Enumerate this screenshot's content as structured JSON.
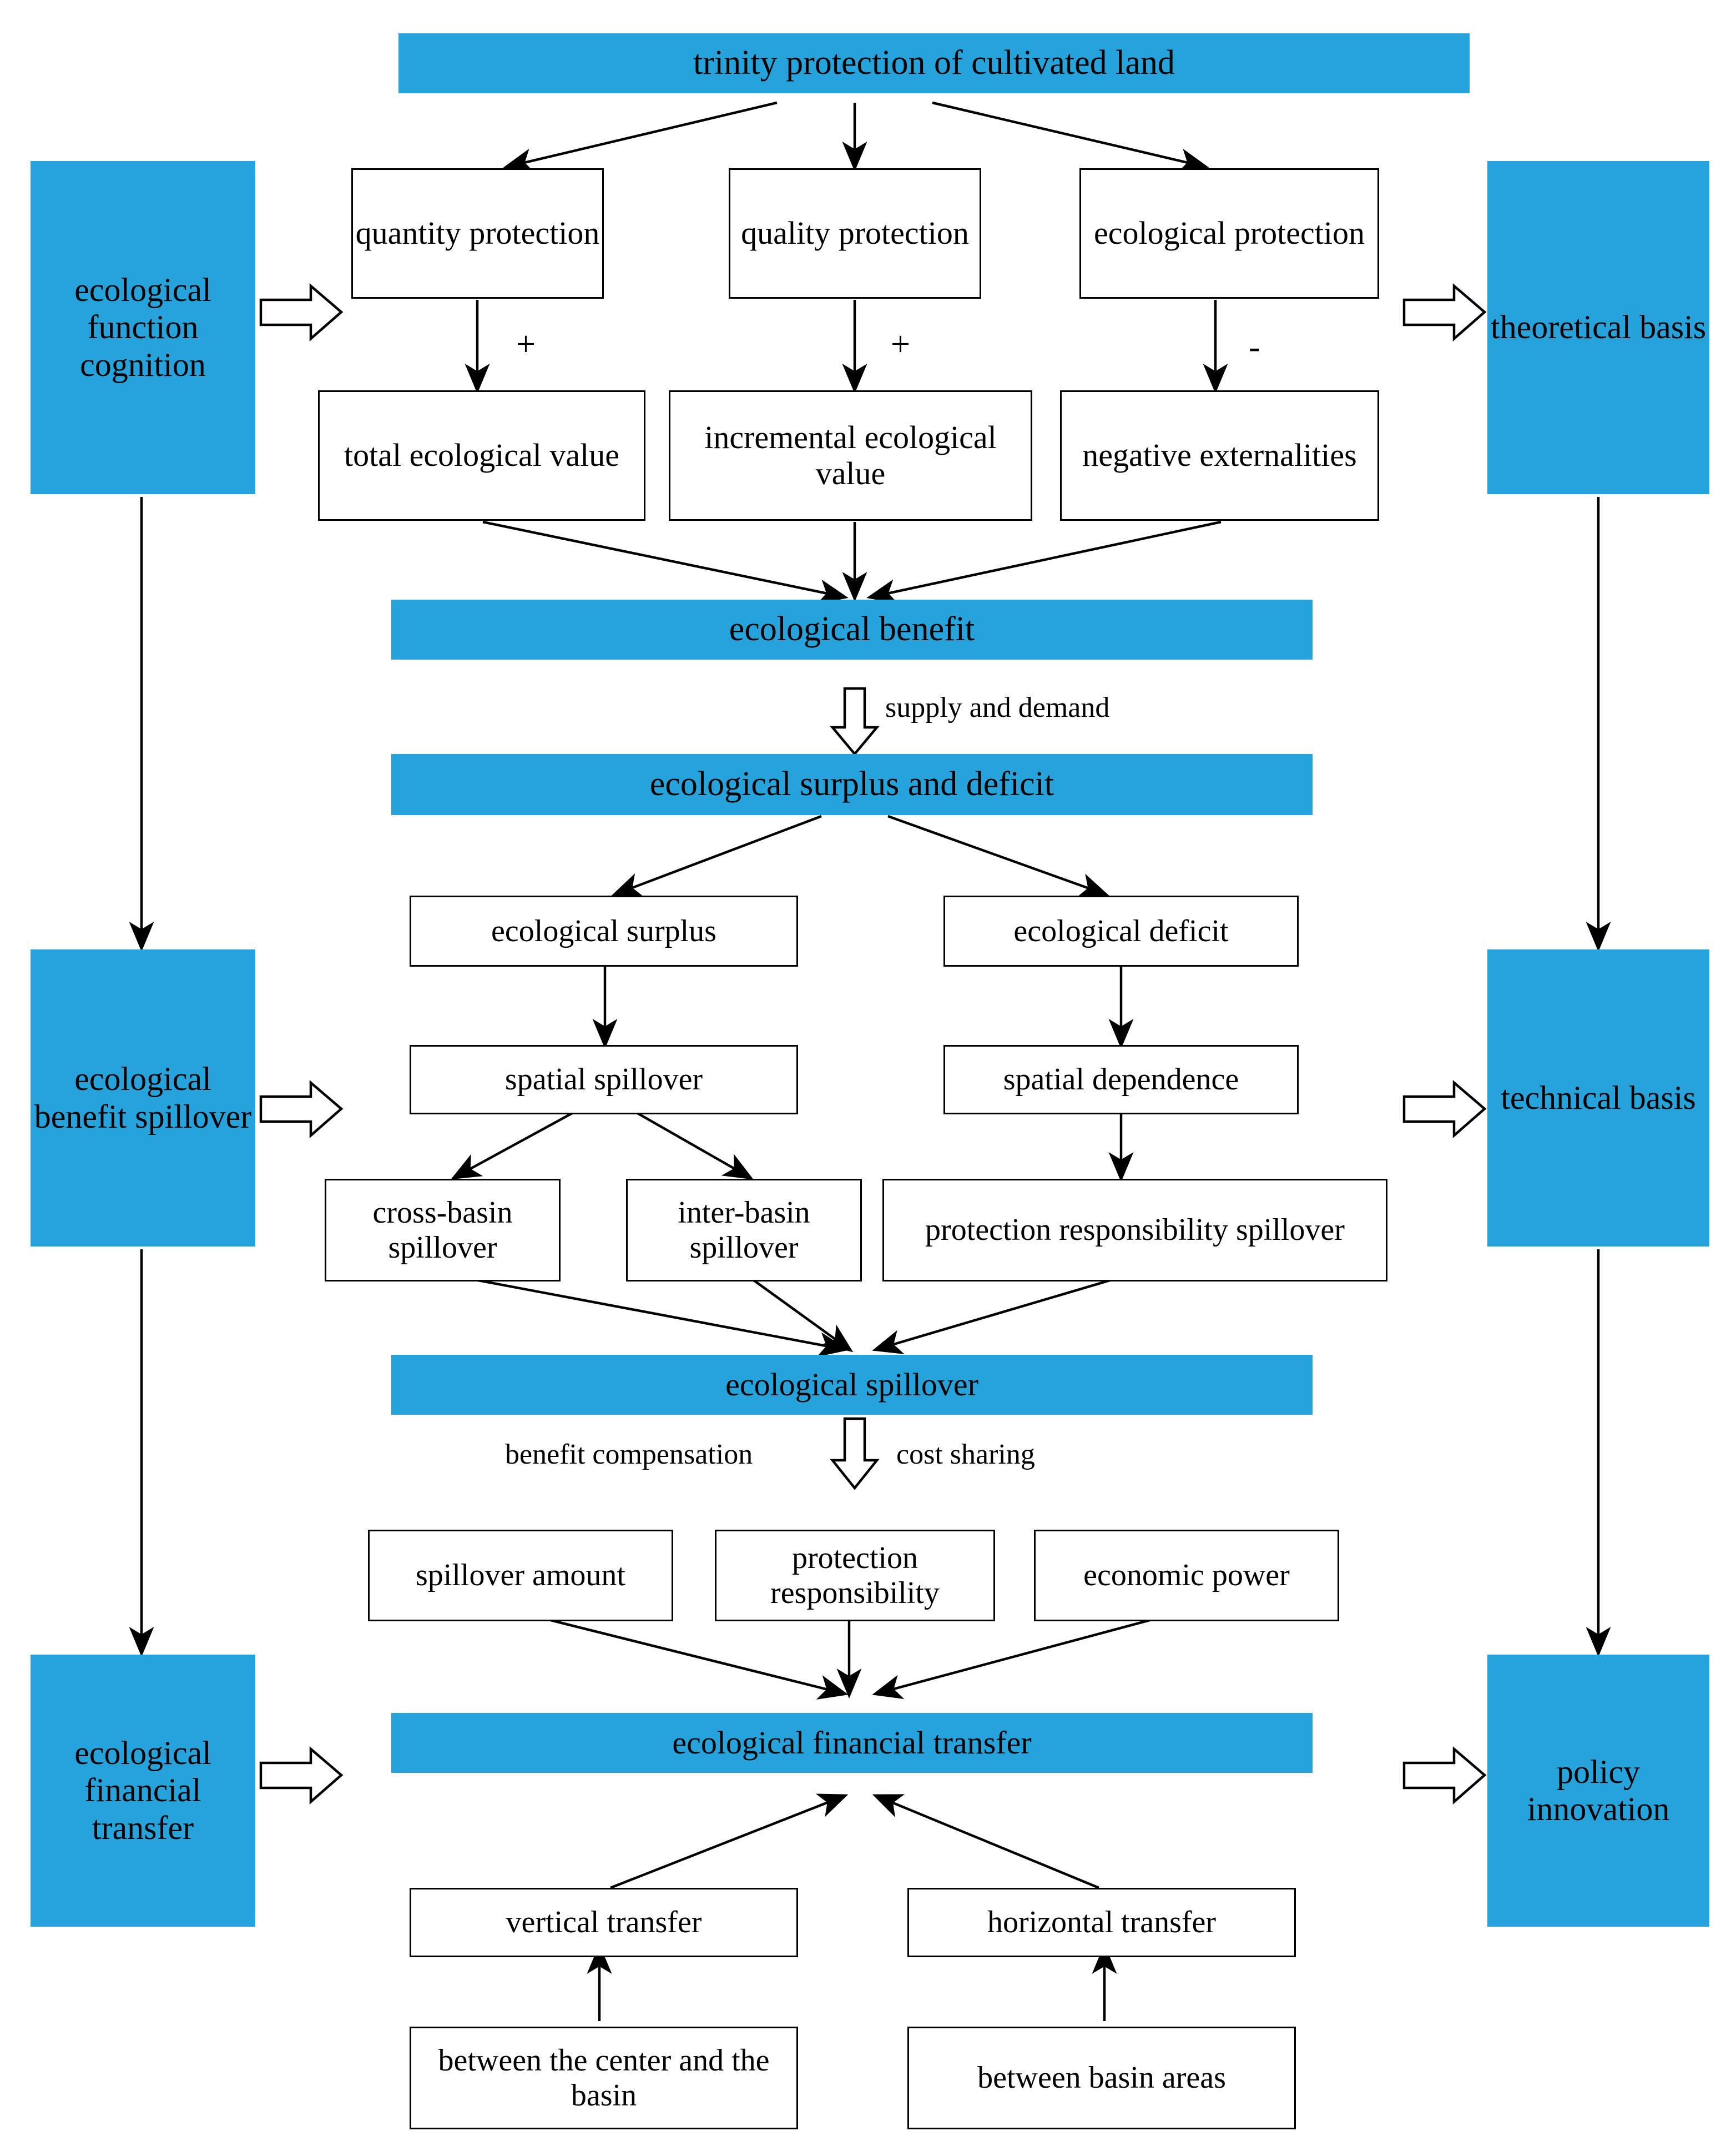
{
  "diagram": {
    "title": "trinity protection of cultivated land",
    "colors": {
      "accent": "#26A3DB",
      "box_border": "#000000",
      "background": "#ffffff"
    },
    "nodes": {
      "trinity": "trinity protection of cultivated land",
      "quantity_protection": "quantity protection",
      "quality_protection": "quality protection",
      "ecological_protection": "ecological protection",
      "total_ecological_value": "total ecological value",
      "incremental_ecological_value": "incremental ecological value",
      "negative_externalities": "negative externalities",
      "ecological_benefit": "ecological benefit",
      "ecological_surplus_and_deficit": "ecological surplus and deficit",
      "ecological_surplus": "ecological surplus",
      "ecological_deficit": "ecological deficit",
      "spatial_spillover": "spatial spillover",
      "spatial_dependence": "spatial dependence",
      "cross_basin_spillover": "cross-basin spillover",
      "inter_basin_spillover": "inter-basin spillover",
      "protection_responsibility_spillover": "protection responsibility spillover",
      "ecological_spillover": "ecological spillover",
      "spillover_amount": "spillover amount",
      "protection_responsibility": "protection responsibility",
      "economic_power": "economic power",
      "ecological_financial_transfer": "ecological financial transfer",
      "vertical_transfer": "vertical transfer",
      "horizontal_transfer": "horizontal transfer",
      "between_center_basin": "between the center and the basin",
      "between_basin_areas": "between basin areas"
    },
    "left_column": [
      "ecological function cognition",
      "ecological benefit spillover",
      "ecological financial transfer"
    ],
    "right_column": [
      "theoretical basis",
      "technical basis",
      "policy innovation"
    ],
    "edge_labels": {
      "plus_1": "+",
      "plus_2": "+",
      "minus_1": "-",
      "supply_and_demand": "supply and demand",
      "benefit_compensation": "benefit compensation",
      "cost_sharing": "cost sharing"
    }
  }
}
